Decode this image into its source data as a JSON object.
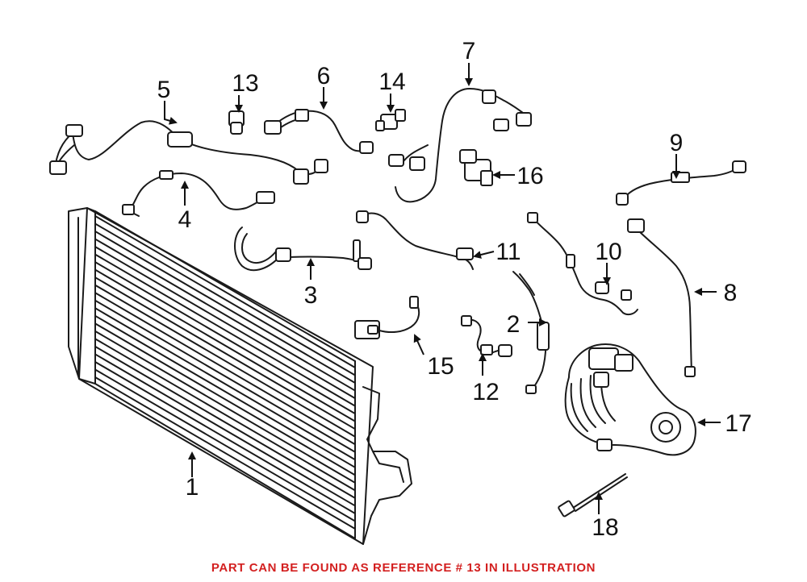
{
  "callouts": [
    "1",
    "2",
    "3",
    "4",
    "5",
    "6",
    "7",
    "8",
    "9",
    "10",
    "11",
    "12",
    "13",
    "14",
    "15",
    "16",
    "17",
    "18"
  ],
  "caption": {
    "text": "PART CAN BE FOUND AS REFERENCE # 13 IN ILLUSTRATION",
    "color": "#d32020"
  },
  "colors": {
    "line": "#1a1a1a",
    "background": "#ffffff"
  }
}
